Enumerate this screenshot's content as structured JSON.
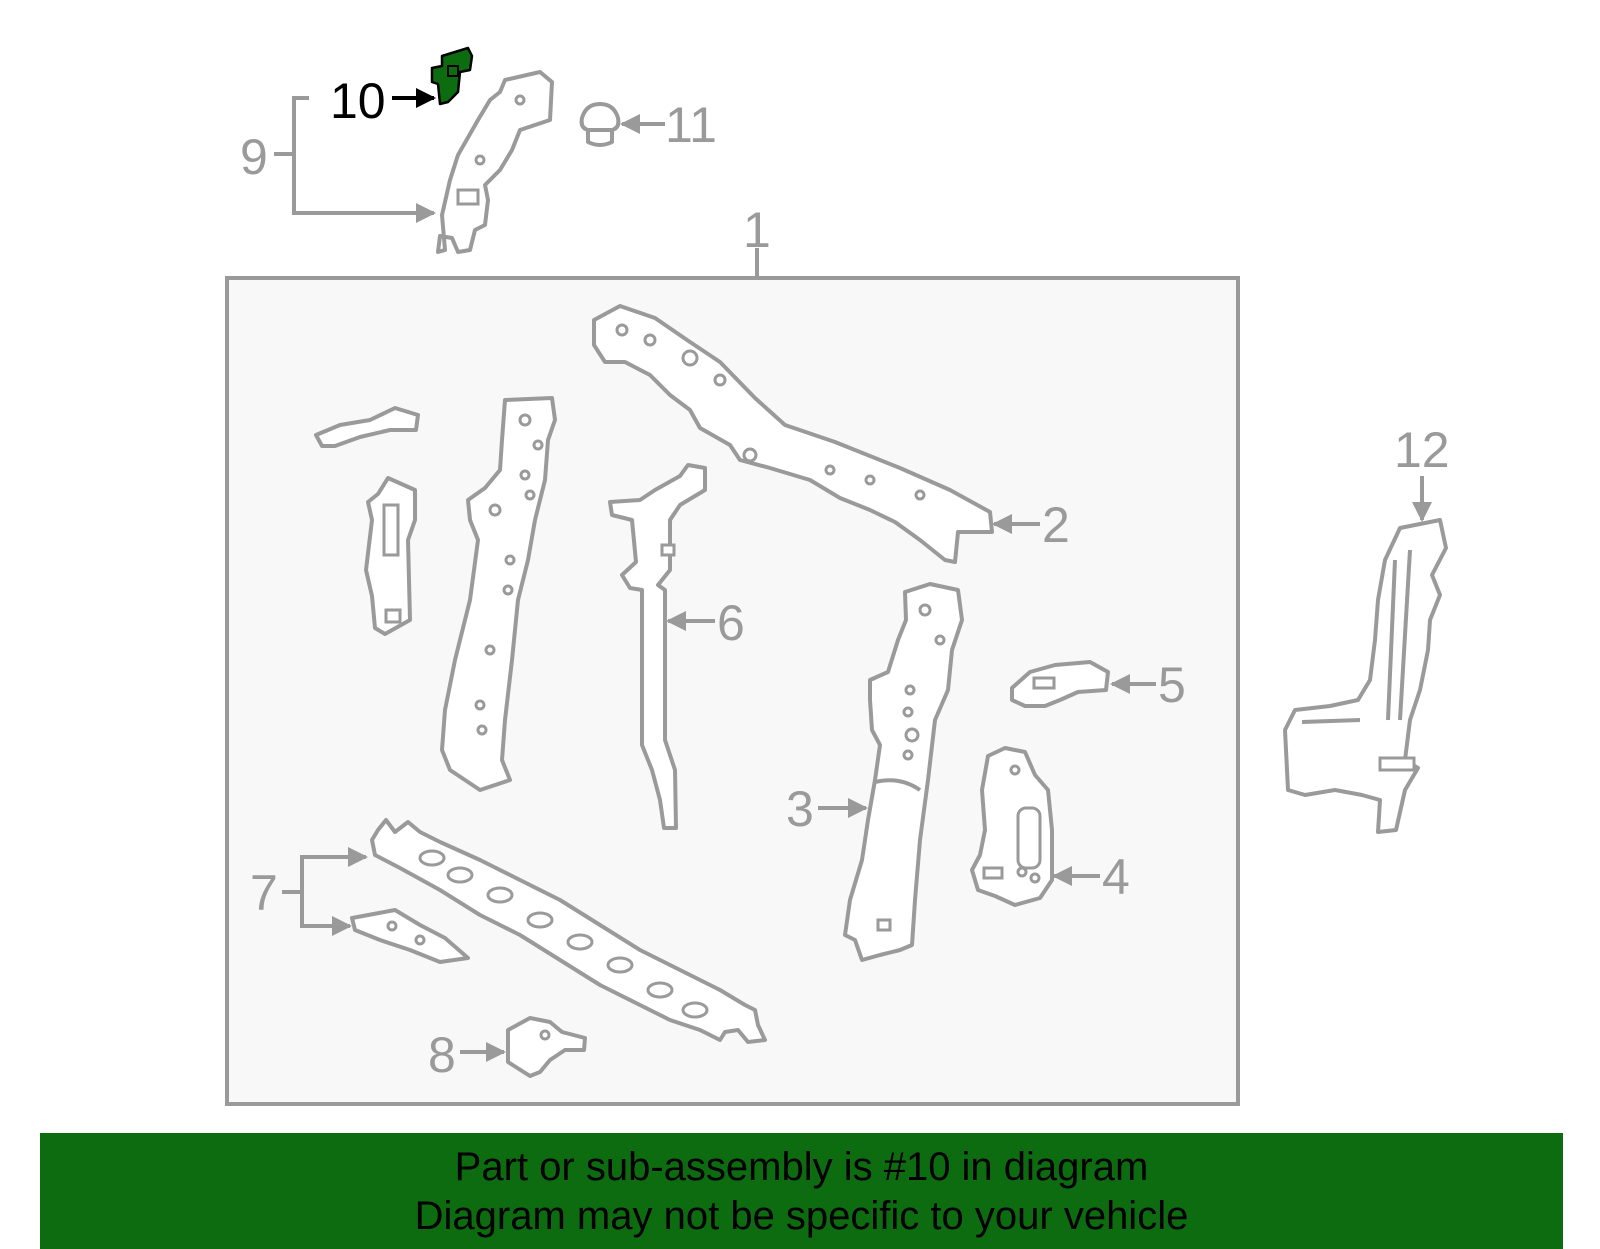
{
  "callouts": [
    "1",
    "2",
    "3",
    "4",
    "5",
    "6",
    "7",
    "8",
    "9",
    "10",
    "11",
    "12"
  ],
  "highlighted_part": "10",
  "colors": {
    "highlight": "#0d6b10",
    "line": "#9a9a9a",
    "box": "#f8f8f8",
    "banner": "#0d6b10"
  },
  "banner": {
    "line1": "Part or sub-assembly is #10 in diagram",
    "line2": "Diagram may not be specific to your vehicle"
  }
}
